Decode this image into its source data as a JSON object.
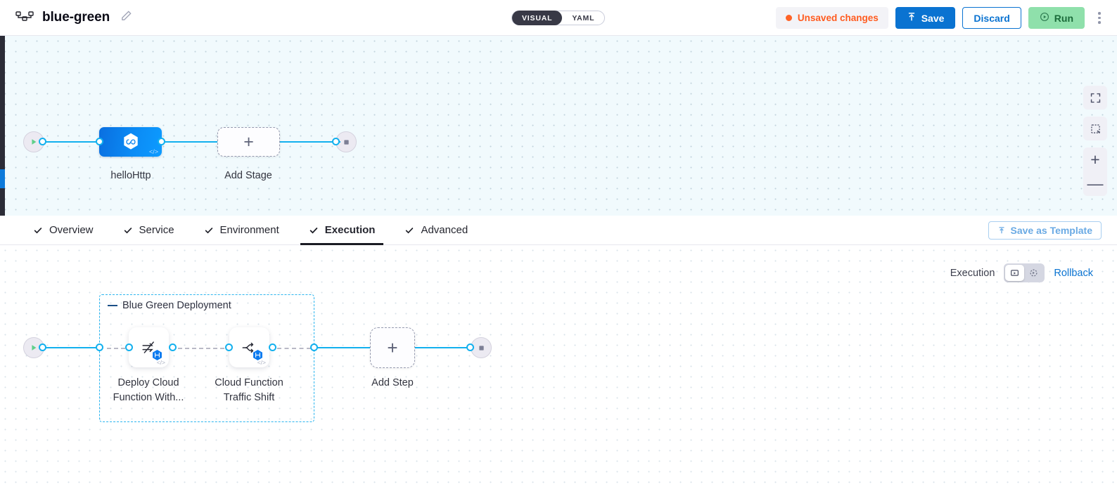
{
  "topbar": {
    "pipeline_icon": "pipeline-icon",
    "title": "blue-green",
    "edit_icon": "pencil-icon",
    "mode_toggle": {
      "visual": "VISUAL",
      "yaml": "YAML",
      "selected": "VISUAL"
    },
    "unsaved_label": "Unsaved changes",
    "unsaved_color": "#ff5b1f",
    "save_label": "Save",
    "discard_label": "Discard",
    "run_label": "Run",
    "more_icon": "kebab-menu-icon"
  },
  "stage_canvas": {
    "start_icon": "play-icon",
    "end_icon": "stop-icon",
    "stage": {
      "label": "helloHttp",
      "icon": "infinity-hexagon-icon",
      "code_glyph": "</>"
    },
    "add_stage": {
      "label": "Add Stage",
      "plus": "+"
    },
    "controls": [
      {
        "name": "fit-screen-icon"
      },
      {
        "name": "selection-box-icon"
      },
      {
        "name": "zoom-in-icon",
        "glyph": "+"
      },
      {
        "name": "zoom-out-icon",
        "glyph": "—"
      }
    ]
  },
  "tabs": {
    "items": [
      {
        "label": "Overview",
        "checked": true,
        "active": false
      },
      {
        "label": "Service",
        "checked": true,
        "active": false
      },
      {
        "label": "Environment",
        "checked": true,
        "active": false
      },
      {
        "label": "Execution",
        "checked": true,
        "active": true
      },
      {
        "label": "Advanced",
        "checked": true,
        "active": false
      }
    ],
    "save_template_label": "Save as Template"
  },
  "execution": {
    "label": "Execution",
    "toggle": [
      {
        "name": "execution-view-icon",
        "selected": true
      },
      {
        "name": "rollback-view-icon",
        "selected": false
      }
    ],
    "rollback_label": "Rollback",
    "rollback_color": "#0a73d1",
    "start_icon": "play-icon",
    "end_icon": "stop-icon",
    "group": {
      "title": "Blue Green Deployment",
      "steps": [
        {
          "label_line1": "Deploy Cloud",
          "label_line2": "Function With...",
          "icon": "deploy-arrows-icon",
          "badge": "harness-hex-badge",
          "code_glyph": "</>"
        },
        {
          "label_line1": "Cloud Function",
          "label_line2": "Traffic Shift",
          "icon": "traffic-split-icon",
          "badge": "harness-hex-badge",
          "code_glyph": "</>"
        }
      ]
    },
    "add_step": {
      "label": "Add Step",
      "plus": "+"
    }
  }
}
